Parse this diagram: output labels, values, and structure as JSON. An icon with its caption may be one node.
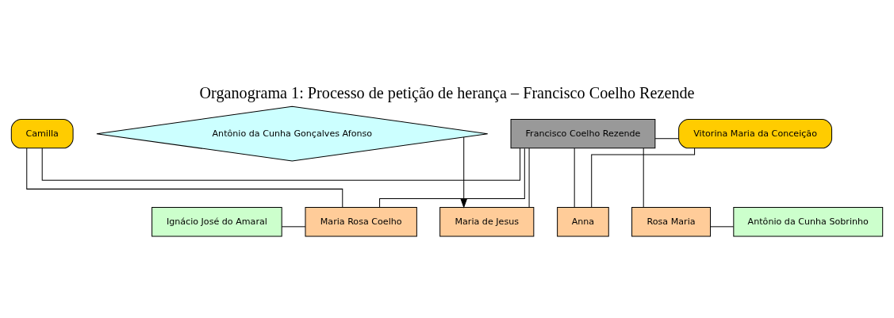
{
  "diagram": {
    "title": "Organograma 1: Processo de petição de herança – Francisco Coelho Rezende",
    "nodes": [
      {
        "text": [
          "Camilla"
        ]
      },
      {
        "text": [
          "Francisco Coelho Rezende"
        ]
      },
      {
        "text": [
          "Vitorina Maria da Conceição"
        ]
      },
      {
        "text": [
          "Ignácio José do Amaral"
        ]
      },
      {
        "text": [
          "Maria Rosa Coelho"
        ]
      },
      {
        "text": [
          "Maria de Jesus"
        ]
      },
      {
        "text": [
          "Anna"
        ]
      },
      {
        "text": [
          "Rosa Maria"
        ]
      },
      {
        "text": [
          "Antônio da Cunha Sobrinho"
        ]
      },
      {
        "text": [
          "Antônio da Cunha Gonçalves Afonso"
        ]
      }
    ],
    "edges": [
      {
        "from": 0,
        "to": 1,
        "arrow": "none"
      },
      {
        "from": 1,
        "to": 2,
        "arrow": "none"
      },
      {
        "from": 0,
        "to": 4,
        "arrow": "none"
      },
      {
        "from": 1,
        "to": 4,
        "arrow": "none"
      },
      {
        "from": 1,
        "to": 5,
        "arrow": "none"
      },
      {
        "from": 1,
        "to": 6,
        "arrow": "none"
      },
      {
        "from": 2,
        "to": 6,
        "arrow": "none"
      },
      {
        "from": 1,
        "to": 7,
        "arrow": "none"
      },
      {
        "from": 3,
        "to": 4,
        "arrow": "none"
      },
      {
        "from": 7,
        "to": 8,
        "arrow": "none"
      },
      {
        "from": 9,
        "to": 5,
        "arrow": "to"
      }
    ]
  }
}
